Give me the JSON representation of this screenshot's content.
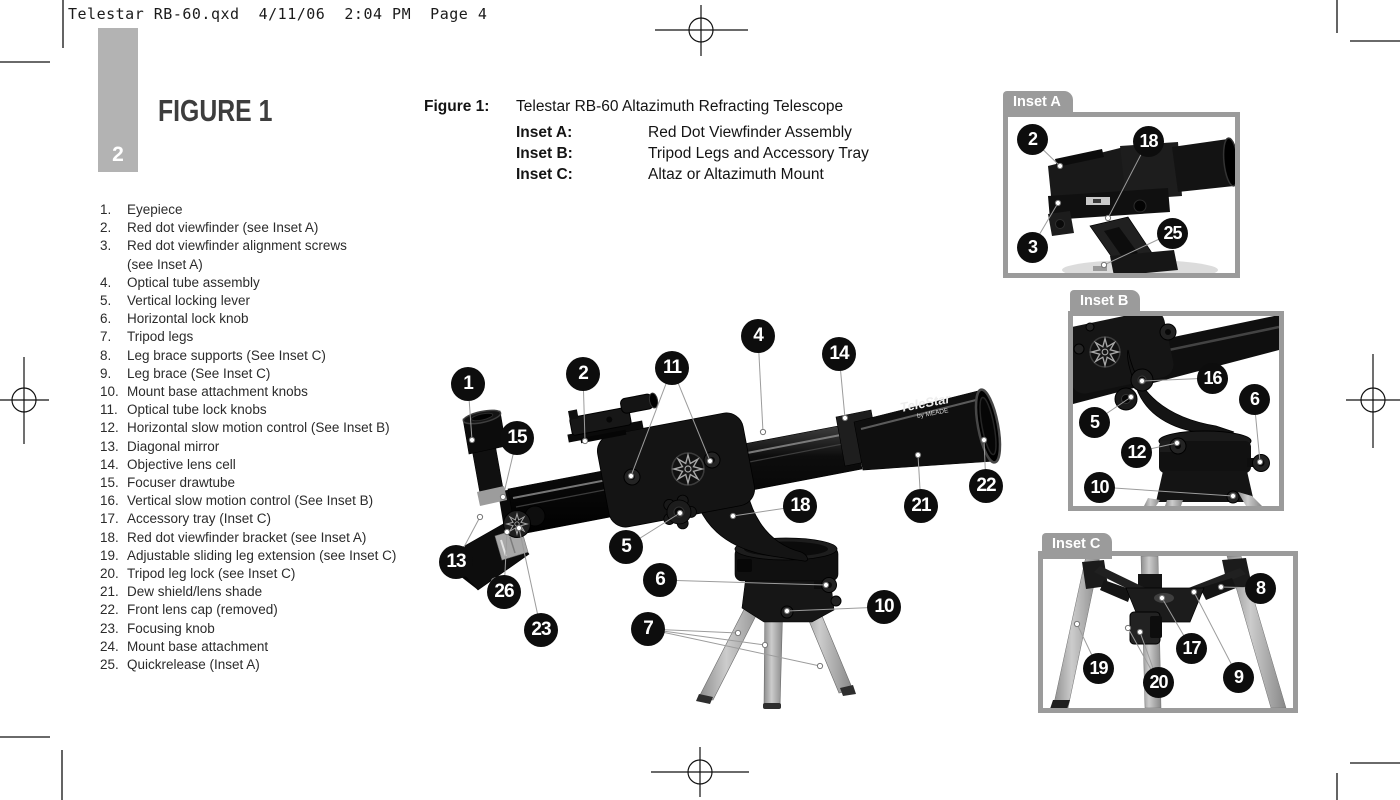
{
  "header": {
    "text": "Telestar RB-60.qxd  4/11/06  2:04 PM  Page 4"
  },
  "sidebar": {
    "page_number": "2"
  },
  "heading": {
    "text": "FIGURE 1"
  },
  "caption": {
    "label": "Figure 1:",
    "title": "Telestar RB-60 Altazimuth Refracting Telescope",
    "insets": [
      {
        "label": "Inset A:",
        "desc": "Red Dot Viewfinder Assembly"
      },
      {
        "label": "Inset B:",
        "desc": "Tripod Legs and Accessory Tray"
      },
      {
        "label": "Inset C:",
        "desc": "Altaz or Altazimuth Mount"
      }
    ]
  },
  "parts_list": [
    {
      "num": "1.",
      "text": "Eyepiece"
    },
    {
      "num": "2.",
      "text": "Red dot viewfinder (see Inset A)"
    },
    {
      "num": "3.",
      "text": "Red dot viewfinder alignment screws",
      "line2": "(see Inset A)"
    },
    {
      "num": "4.",
      "text": "Optical tube assembly"
    },
    {
      "num": "5.",
      "text": "Vertical locking lever"
    },
    {
      "num": "6.",
      "text": "Horizontal lock knob"
    },
    {
      "num": "7.",
      "text": "Tripod legs"
    },
    {
      "num": "8.",
      "text": "Leg brace supports (See Inset C)"
    },
    {
      "num": "9.",
      "text": "Leg brace (See Inset C)"
    },
    {
      "num": "10.",
      "text": "Mount base attachment knobs"
    },
    {
      "num": "11.",
      "text": "Optical tube lock knobs"
    },
    {
      "num": "12.",
      "text": "Horizontal slow motion control (See Inset B)"
    },
    {
      "num": "13.",
      "text": "Diagonal mirror"
    },
    {
      "num": "14.",
      "text": "Objective lens cell"
    },
    {
      "num": "15.",
      "text": "Focuser drawtube"
    },
    {
      "num": "16.",
      "text": "Vertical slow motion control (See Inset B)"
    },
    {
      "num": "17.",
      "text": "Accessory tray (Inset C)"
    },
    {
      "num": "18.",
      "text": "Red dot viewfinder bracket (see Inset A)"
    },
    {
      "num": "19.",
      "text": "Adjustable sliding leg extension (see Inset C)"
    },
    {
      "num": "20.",
      "text": "Tripod leg lock (see Inset C)"
    },
    {
      "num": "21.",
      "text": "Dew shield/lens shade"
    },
    {
      "num": "22.",
      "text": "Front lens cap (removed)"
    },
    {
      "num": "23.",
      "text": "Focusing knob"
    },
    {
      "num": "24.",
      "text": "Mount base attachment"
    },
    {
      "num": "25.",
      "text": "Quickrelease (Inset A)"
    }
  ],
  "brand": {
    "line1": "TeleStar",
    "line2": "by MEADE"
  },
  "main_callouts": [
    "1",
    "2",
    "11",
    "4",
    "14",
    "15",
    "13",
    "26",
    "23",
    "5",
    "18",
    "6",
    "7",
    "10",
    "21",
    "22"
  ],
  "inset_a": {
    "tab": "Inset A",
    "callouts": [
      "2",
      "18",
      "3",
      "25"
    ]
  },
  "inset_b": {
    "tab": "Inset B",
    "callouts": [
      "16",
      "6",
      "5",
      "12",
      "10"
    ]
  },
  "inset_c": {
    "tab": "Inset C",
    "callouts": [
      "8",
      "17",
      "19",
      "20",
      "9"
    ]
  },
  "colors": {
    "inset_frame_gray": "#9b9b9b",
    "sidebar_tab_gray": "#b3b3b3",
    "callout_black": "#0d0d0d",
    "heading_gray": "#3d3d3d",
    "tripod_silver": "#b8b8b8"
  }
}
